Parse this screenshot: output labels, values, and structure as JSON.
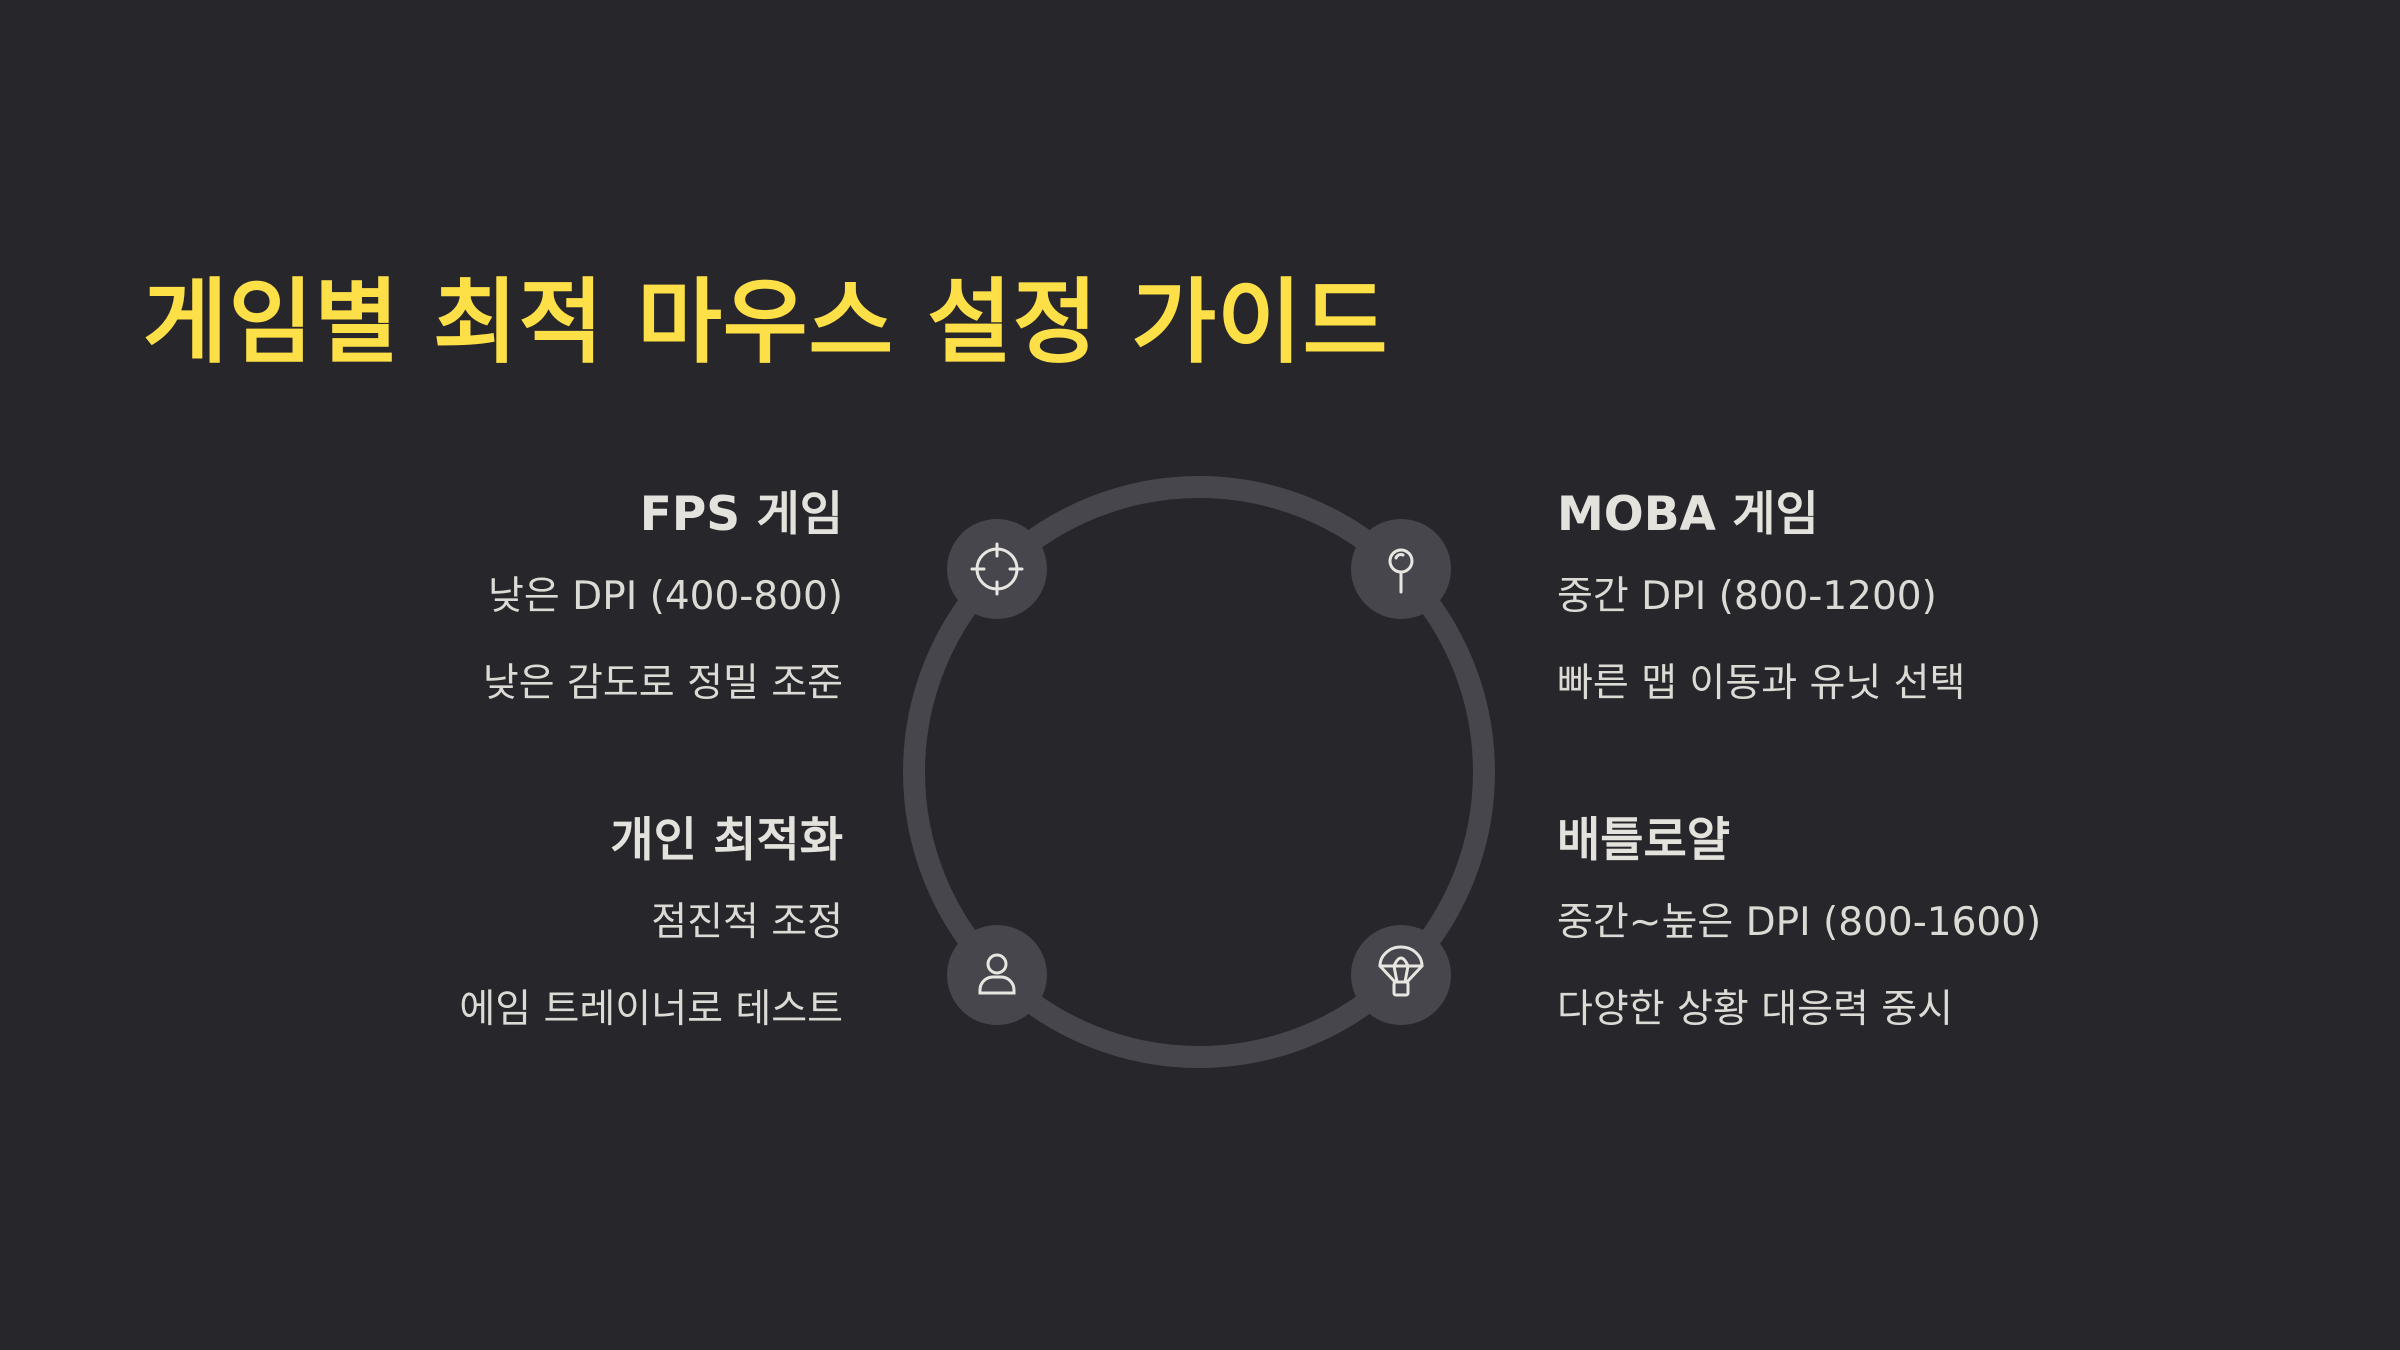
{
  "colors": {
    "background": "#27262b",
    "title": "#fde047",
    "heading": "#e4e2dc",
    "body_text": "#dcdad4",
    "ring": "#47464c",
    "node": "#47464c",
    "icon": "#e8e6e0"
  },
  "title": "게임별 최적 마우스 설정 가이드",
  "sections": {
    "fps": {
      "heading": "FPS 게임",
      "lines": [
        "낮은 DPI (400-800)",
        "낮은 감도로 정밀 조준"
      ],
      "icon": "crosshair-icon"
    },
    "moba": {
      "heading": "MOBA 게임",
      "lines": [
        "중간 DPI (800-1200)",
        "빠른 맵 이동과 유닛 선택"
      ],
      "icon": "map-pin-icon"
    },
    "personal": {
      "heading": "개인 최적화",
      "lines": [
        "점진적 조정",
        "에임 트레이너로 테스트"
      ],
      "icon": "user-icon"
    },
    "battle_royale": {
      "heading": "배틀로얄",
      "lines": [
        "중간~높은 DPI (800-1600)",
        "다양한 상황 대응력 중시"
      ],
      "icon": "parachute-icon"
    }
  }
}
